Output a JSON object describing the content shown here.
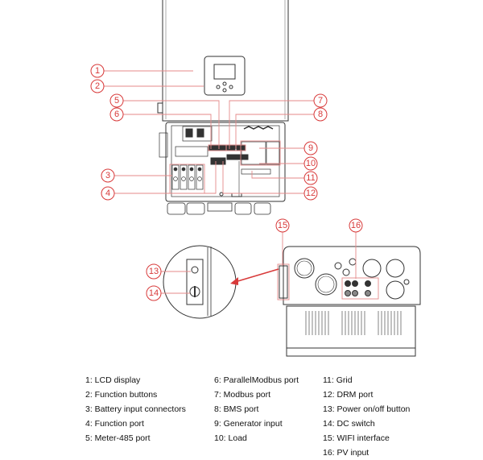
{
  "figure": {
    "title": "Hybrid inverter front and bottom view with numbered components",
    "accent_color": "#d83a3a",
    "line_color": "#333333"
  },
  "callouts": [
    {
      "num": "1",
      "label": "LCD display"
    },
    {
      "num": "2",
      "label": "Function buttons"
    },
    {
      "num": "3",
      "label": "Battery input connectors"
    },
    {
      "num": "4",
      "label": "Function port"
    },
    {
      "num": "5",
      "label": "Meter-485 port"
    },
    {
      "num": "6",
      "label": "ParallelModbus port"
    },
    {
      "num": "7",
      "label": "Modbus port"
    },
    {
      "num": "8",
      "label": "BMS port"
    },
    {
      "num": "9",
      "label": "Generator input"
    },
    {
      "num": "10",
      "label": "Load"
    },
    {
      "num": "11",
      "label": "Grid"
    },
    {
      "num": "12",
      "label": "DRM port"
    },
    {
      "num": "13",
      "label": "Power on/off button"
    },
    {
      "num": "14",
      "label": "DC switch"
    },
    {
      "num": "15",
      "label": "WIFI interface"
    },
    {
      "num": "16",
      "label": "PV input"
    }
  ],
  "legend": {
    "col1": [
      "1: LCD display",
      "2: Function buttons",
      "3: Battery input connectors",
      "4: Function port",
      "5: Meter-485 port"
    ],
    "col2": [
      "6: ParallelModbus port",
      "7: Modbus port",
      "8: BMS port",
      "9: Generator input",
      "10: Load"
    ],
    "col3": [
      "11: Grid",
      "12: DRM port",
      "13: Power on/off button",
      "14: DC switch",
      "15: WIFI interface",
      "16: PV input"
    ]
  }
}
